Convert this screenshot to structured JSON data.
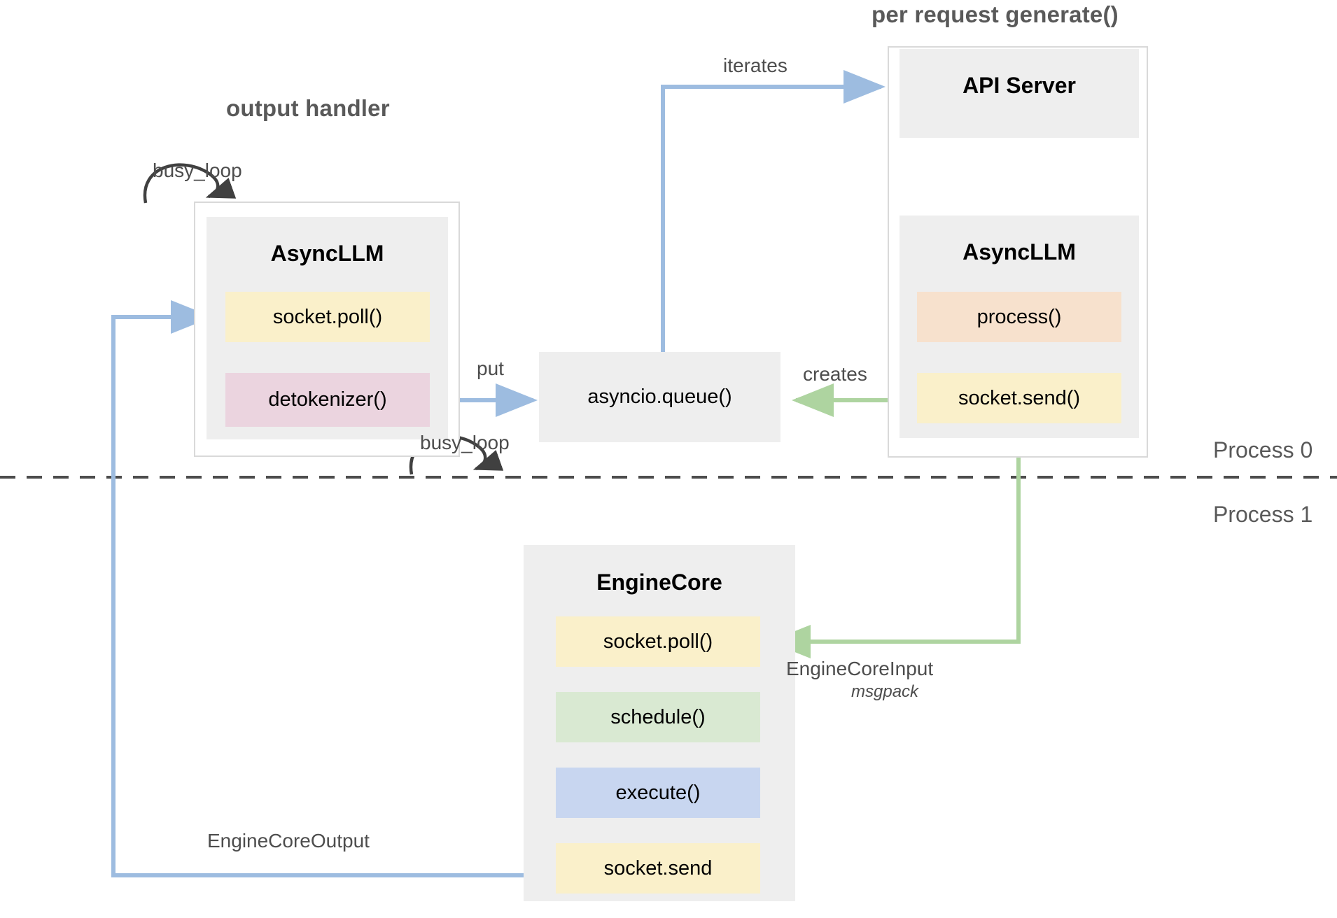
{
  "diagram": {
    "title_left": "output handler",
    "title_right": "per request generate()",
    "process_labels": {
      "top": "Process 0",
      "bottom": "Process 1"
    },
    "colors": {
      "yellow": "#faf0ca",
      "pink": "#ebd4df",
      "peach": "#f7e1cd",
      "green": "#d9e9d2",
      "blue": "#c8d6f0",
      "node_gray": "#eeeeee",
      "frame_border": "#d9d9d9",
      "arrow_blue": "#9dbce0",
      "arrow_green": "#aed4a0",
      "arrow_black": "#404040",
      "title_gray": "#595959"
    },
    "nodes": {
      "output_handler_asyncllm": {
        "title": "AsyncLLM",
        "items": [
          {
            "label": "socket.poll()",
            "color": "yellow"
          },
          {
            "label": "detokenizer()",
            "color": "pink"
          }
        ]
      },
      "api_server": {
        "title": "API Server"
      },
      "request_asyncllm": {
        "title": "AsyncLLM",
        "items": [
          {
            "label": "process()",
            "color": "peach"
          },
          {
            "label": "socket.send()",
            "color": "yellow"
          }
        ]
      },
      "asyncio_queue": {
        "title": "asyncio.queue()"
      },
      "engine_core": {
        "title": "EngineCore",
        "items": [
          {
            "label": "socket.poll()",
            "color": "yellow"
          },
          {
            "label": "schedule()",
            "color": "green"
          },
          {
            "label": "execute()",
            "color": "blue"
          },
          {
            "label": "socket.send",
            "color": "yellow"
          }
        ]
      }
    },
    "edges": [
      {
        "name": "busy-loop-output-handler",
        "label": "busy_loop",
        "color": "black"
      },
      {
        "name": "busy-loop-engine-core",
        "label": "busy_loop",
        "color": "black"
      },
      {
        "name": "queue-to-api-server",
        "label": "iterates",
        "color": "blue"
      },
      {
        "name": "detokenizer-to-queue",
        "label": "put",
        "color": "blue"
      },
      {
        "name": "socket-send-to-queue",
        "label": "creates",
        "color": "green"
      },
      {
        "name": "api-server-to-asyncllm",
        "label": "",
        "color": "green"
      },
      {
        "name": "asyncllm-to-engine-core",
        "label": "EngineCoreInput",
        "sublabel": "msgpack",
        "color": "green"
      },
      {
        "name": "engine-core-to-output-handler",
        "label": "EngineCoreOutput",
        "color": "blue"
      }
    ]
  }
}
